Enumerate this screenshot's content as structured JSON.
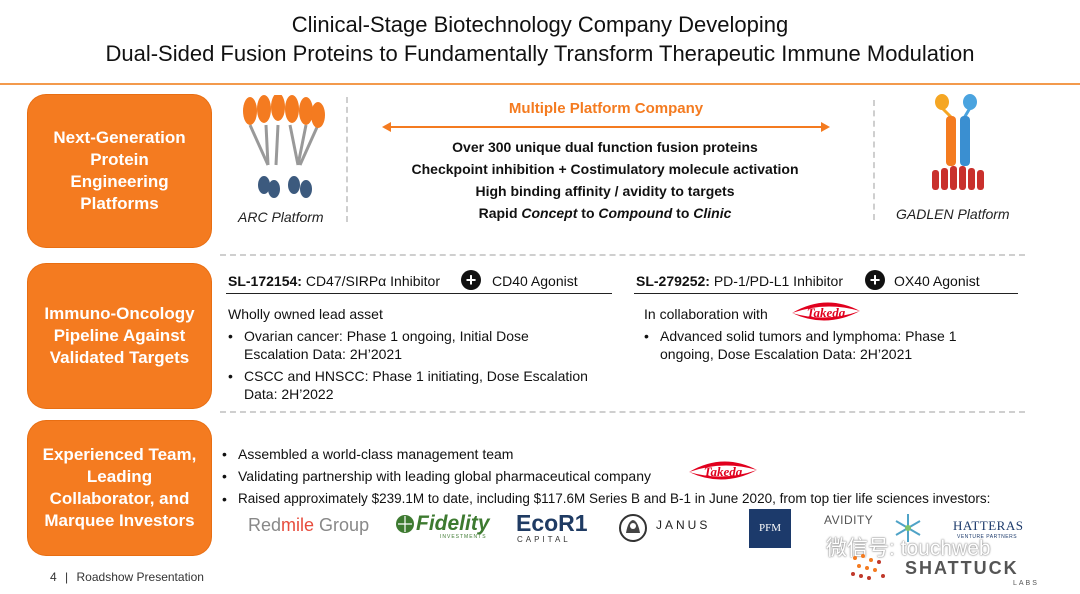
{
  "title": {
    "line1": "Clinical-Stage Biotechnology Company Developing",
    "line2": "Dual-Sided Fusion Proteins to Fundamentally Transform Therapeutic Immune Modulation"
  },
  "sections": {
    "platforms": {
      "label": "Next-Generation Protein Engineering Platforms",
      "arc_caption": "ARC Platform",
      "gadlen_caption": "GADLEN Platform",
      "heading": "Multiple Platform Company",
      "features": [
        "Over 300 unique dual function fusion proteins",
        "Checkpoint inhibition + Costimulatory molecule activation",
        "High binding affinity / avidity to targets"
      ],
      "feature4": {
        "p1": "Rapid ",
        "p2": "Concept",
        "p3": " to ",
        "p4": "Compound",
        "p5": " to ",
        "p6": "Clinic"
      }
    },
    "pipeline": {
      "label": "Immuno-Oncology Pipeline Against Validated Targets",
      "left": {
        "code": "SL-172154:",
        "target1": "CD47/SIRPα Inhibitor",
        "target2": "CD40 Agonist",
        "subtitle": "Wholly owned lead asset",
        "bullets": [
          [
            "Ovarian cancer: Phase 1 ongoing, Initial Dose",
            "Escalation Data: 2H’2021"
          ],
          [
            "CSCC and HNSCC: Phase 1 initiating, Dose Escalation",
            "Data: 2H’2022"
          ]
        ]
      },
      "right": {
        "code": "SL-279252:",
        "target1": "PD-1/PD-L1 Inhibitor",
        "target2": "OX40 Agonist",
        "subtitle": "In collaboration with",
        "bullets": [
          [
            "Advanced solid tumors and lymphoma: Phase 1",
            "ongoing, Dose Escalation Data: 2H’2021"
          ]
        ]
      }
    },
    "team": {
      "label": "Experienced Team, Leading Collaborator, and Marquee Investors",
      "bullets": [
        "Assembled a world-class management team",
        "Validating partnership with leading global pharmaceutical company",
        "Raised approximately $239.1M to date, including $117.6M Series B and B-1 in June 2020, from top tier life sciences investors:"
      ],
      "investors": {
        "redmile_a": "Red",
        "redmile_b": "mile",
        "redmile_c": " Group",
        "fidelity": "Fidelity",
        "fidelity_sub": "INVESTMENTS",
        "ecor1": "EcoR1",
        "ecor1_sub": "CAPITAL",
        "janus": "JANUS",
        "pfm": "PFM",
        "avidity": "AVIDITY",
        "hatteras": "HATTERAS",
        "hatteras_sub": "VENTURE PARTNERS"
      }
    }
  },
  "takeda": "Takeda",
  "plus_symbol": "+",
  "bullet_symbol": "•",
  "footer": {
    "page": "4",
    "separator": "|",
    "text": "Roadshow Presentation"
  },
  "watermark": "微信号: touchweb",
  "shattuck": {
    "name": "SHATTUCK",
    "sub": "LABS"
  },
  "colors": {
    "accent": "#f47b20",
    "takeda_red": "#e1001e",
    "dark": "#111111"
  }
}
